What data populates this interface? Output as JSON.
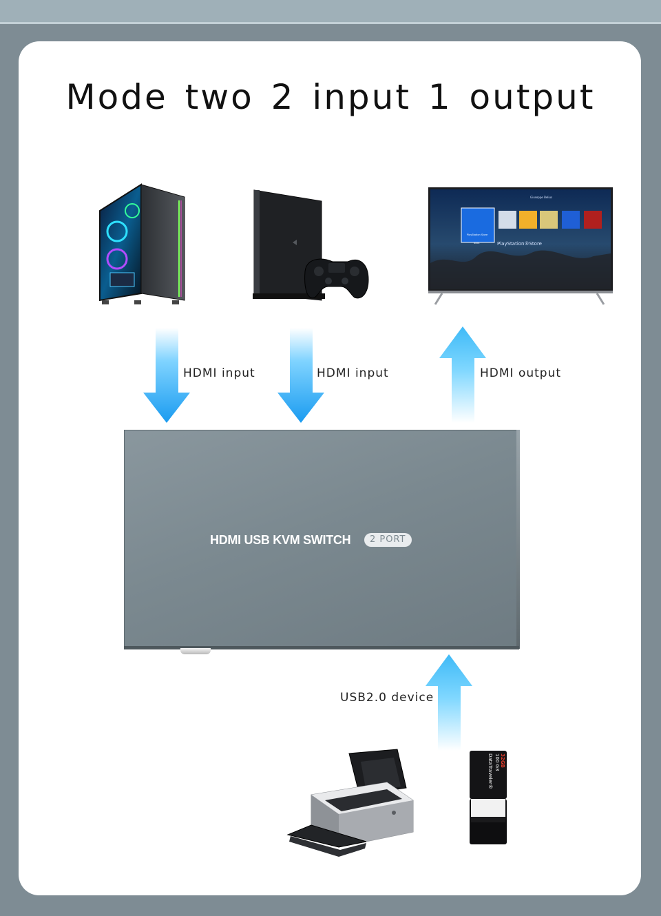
{
  "title": "Mode two 2 input 1 output",
  "labels": {
    "hdmi_input_1": "HDMI input",
    "hdmi_input_2": "HDMI input",
    "hdmi_output": "HDMI output",
    "usb_device": "USB2.0 device"
  },
  "switch": {
    "brand": "HDMI USB KVM SWITCH",
    "port_badge": "2 PORT"
  },
  "tv_screen": {
    "tile_label": "PlayStation®Store",
    "user_name": "Giuseppe Belius",
    "store_tile_caption": "PlayStation Store",
    "start_label": "Start"
  },
  "usb_stick": {
    "model_line1": "DataTraveler®",
    "model_line2": "100 G3",
    "capacity": "32GB"
  },
  "colors": {
    "arrow": "#1a9bf0",
    "arrow_light": "#6fd0ff",
    "frame": "#7e8c94",
    "switch_body": "#7b8990"
  }
}
